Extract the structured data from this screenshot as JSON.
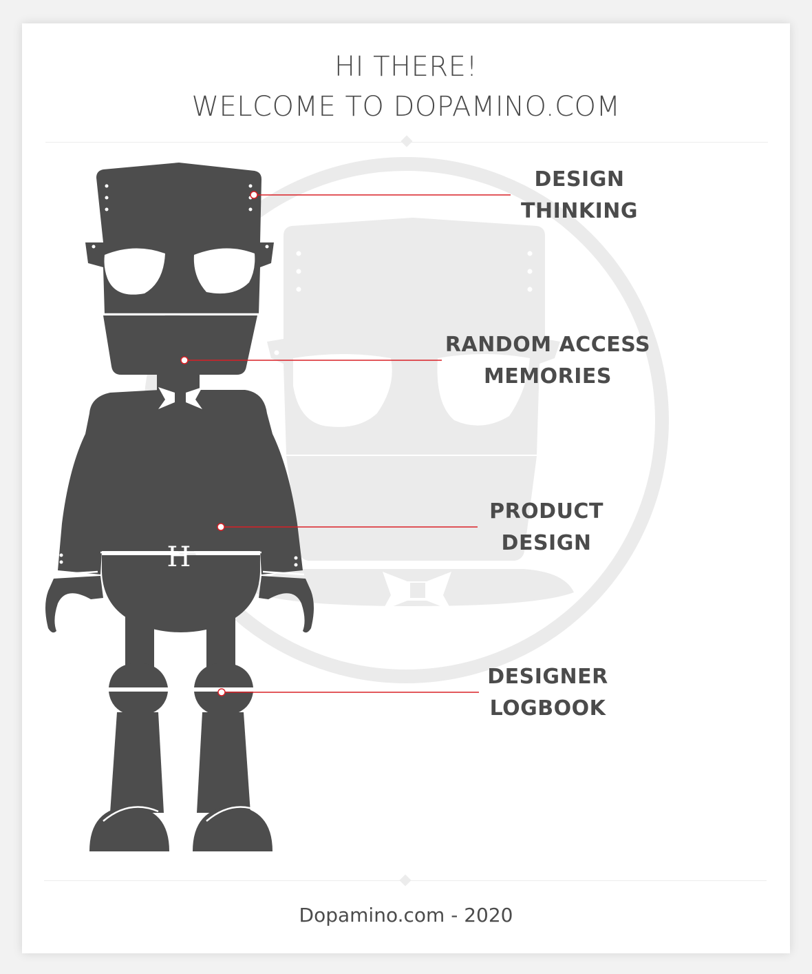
{
  "header": {
    "line1": "HI THERE!",
    "line2": "WELCOME TO DOPAMINO.COM"
  },
  "illustration": {
    "belt_letter": "H",
    "colors": {
      "robot": "#4d4d4d",
      "watermark": "#ebebeb",
      "accent": "#d92026",
      "background": "#ffffff"
    }
  },
  "menu": [
    {
      "line1": "DESIGN",
      "line2": "THINKING"
    },
    {
      "line1": "RANDOM ACCESS",
      "line2": "MEMORIES"
    },
    {
      "line1": "PRODUCT",
      "line2": "DESIGN"
    },
    {
      "line1": "DESIGNER",
      "line2": "LOGBOOK"
    }
  ],
  "footer": {
    "text": "Dopamino.com - 2020"
  }
}
